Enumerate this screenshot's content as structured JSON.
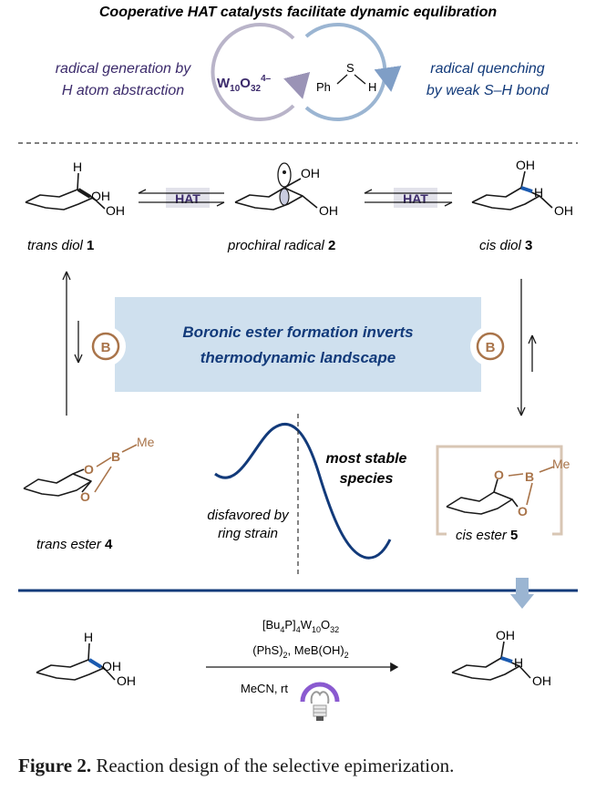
{
  "top": {
    "title": "Cooperative HAT catalysts facilitate dynamic equlibration",
    "left_text_line1": "radical generation by",
    "left_text_line2": "H atom abstraction",
    "right_text_line1": "radical quenching",
    "right_text_line2": "by weak S–H bond",
    "catalyst1_base": "W",
    "catalyst1_sub1": "10",
    "catalyst1_o": "O",
    "catalyst1_sub2": "32",
    "catalyst1_sup": "4–",
    "catalyst2_ph": "Ph",
    "catalyst2_s": "S",
    "catalyst2_h": "H"
  },
  "middle": {
    "hat1": "HAT",
    "hat2": "HAT",
    "trans_diol_label": "trans diol ",
    "trans_diol_num": "1",
    "radical_label": "prochiral radical ",
    "radical_num": "2",
    "cis_diol_label": "cis diol ",
    "cis_diol_num": "3",
    "oh": "OH",
    "h": "H",
    "boronic_line1": "Boronic ester formation inverts",
    "boronic_line2": "thermodynamic landscape",
    "b_badge": "B"
  },
  "lower": {
    "trans_ester_label": "trans ester ",
    "trans_ester_num": "4",
    "cis_ester_label": "cis ester ",
    "cis_ester_num": "5",
    "disfavored_line1": "disfavored by",
    "disfavored_line2": "ring strain",
    "stable_line1": "most stable",
    "stable_line2": "species",
    "o": "O",
    "b": "B",
    "me": "Me"
  },
  "reaction": {
    "reagent1_a": "[Bu",
    "reagent1_b": "4",
    "reagent1_c": "P]",
    "reagent1_d": "4",
    "reagent1_e": "W",
    "reagent1_f": "10",
    "reagent1_g": "O",
    "reagent1_h": "32",
    "reagent2_a": "(PhS)",
    "reagent2_b": "2",
    "reagent2_c": ", MeB(OH)",
    "reagent2_d": "2",
    "conditions": "MeCN, rt"
  },
  "caption": {
    "label": "Figure 2.",
    "text": " Reaction design of the selective epimerization."
  },
  "colors": {
    "navy": "#123a7a",
    "purple": "#3b2a6b",
    "brown": "#a9744a",
    "box_blue": "#cfe0ee",
    "hat_box": "#e2e2ea",
    "circle_grey": "#b9b4c9",
    "circle_blue": "#9bb5d2"
  }
}
